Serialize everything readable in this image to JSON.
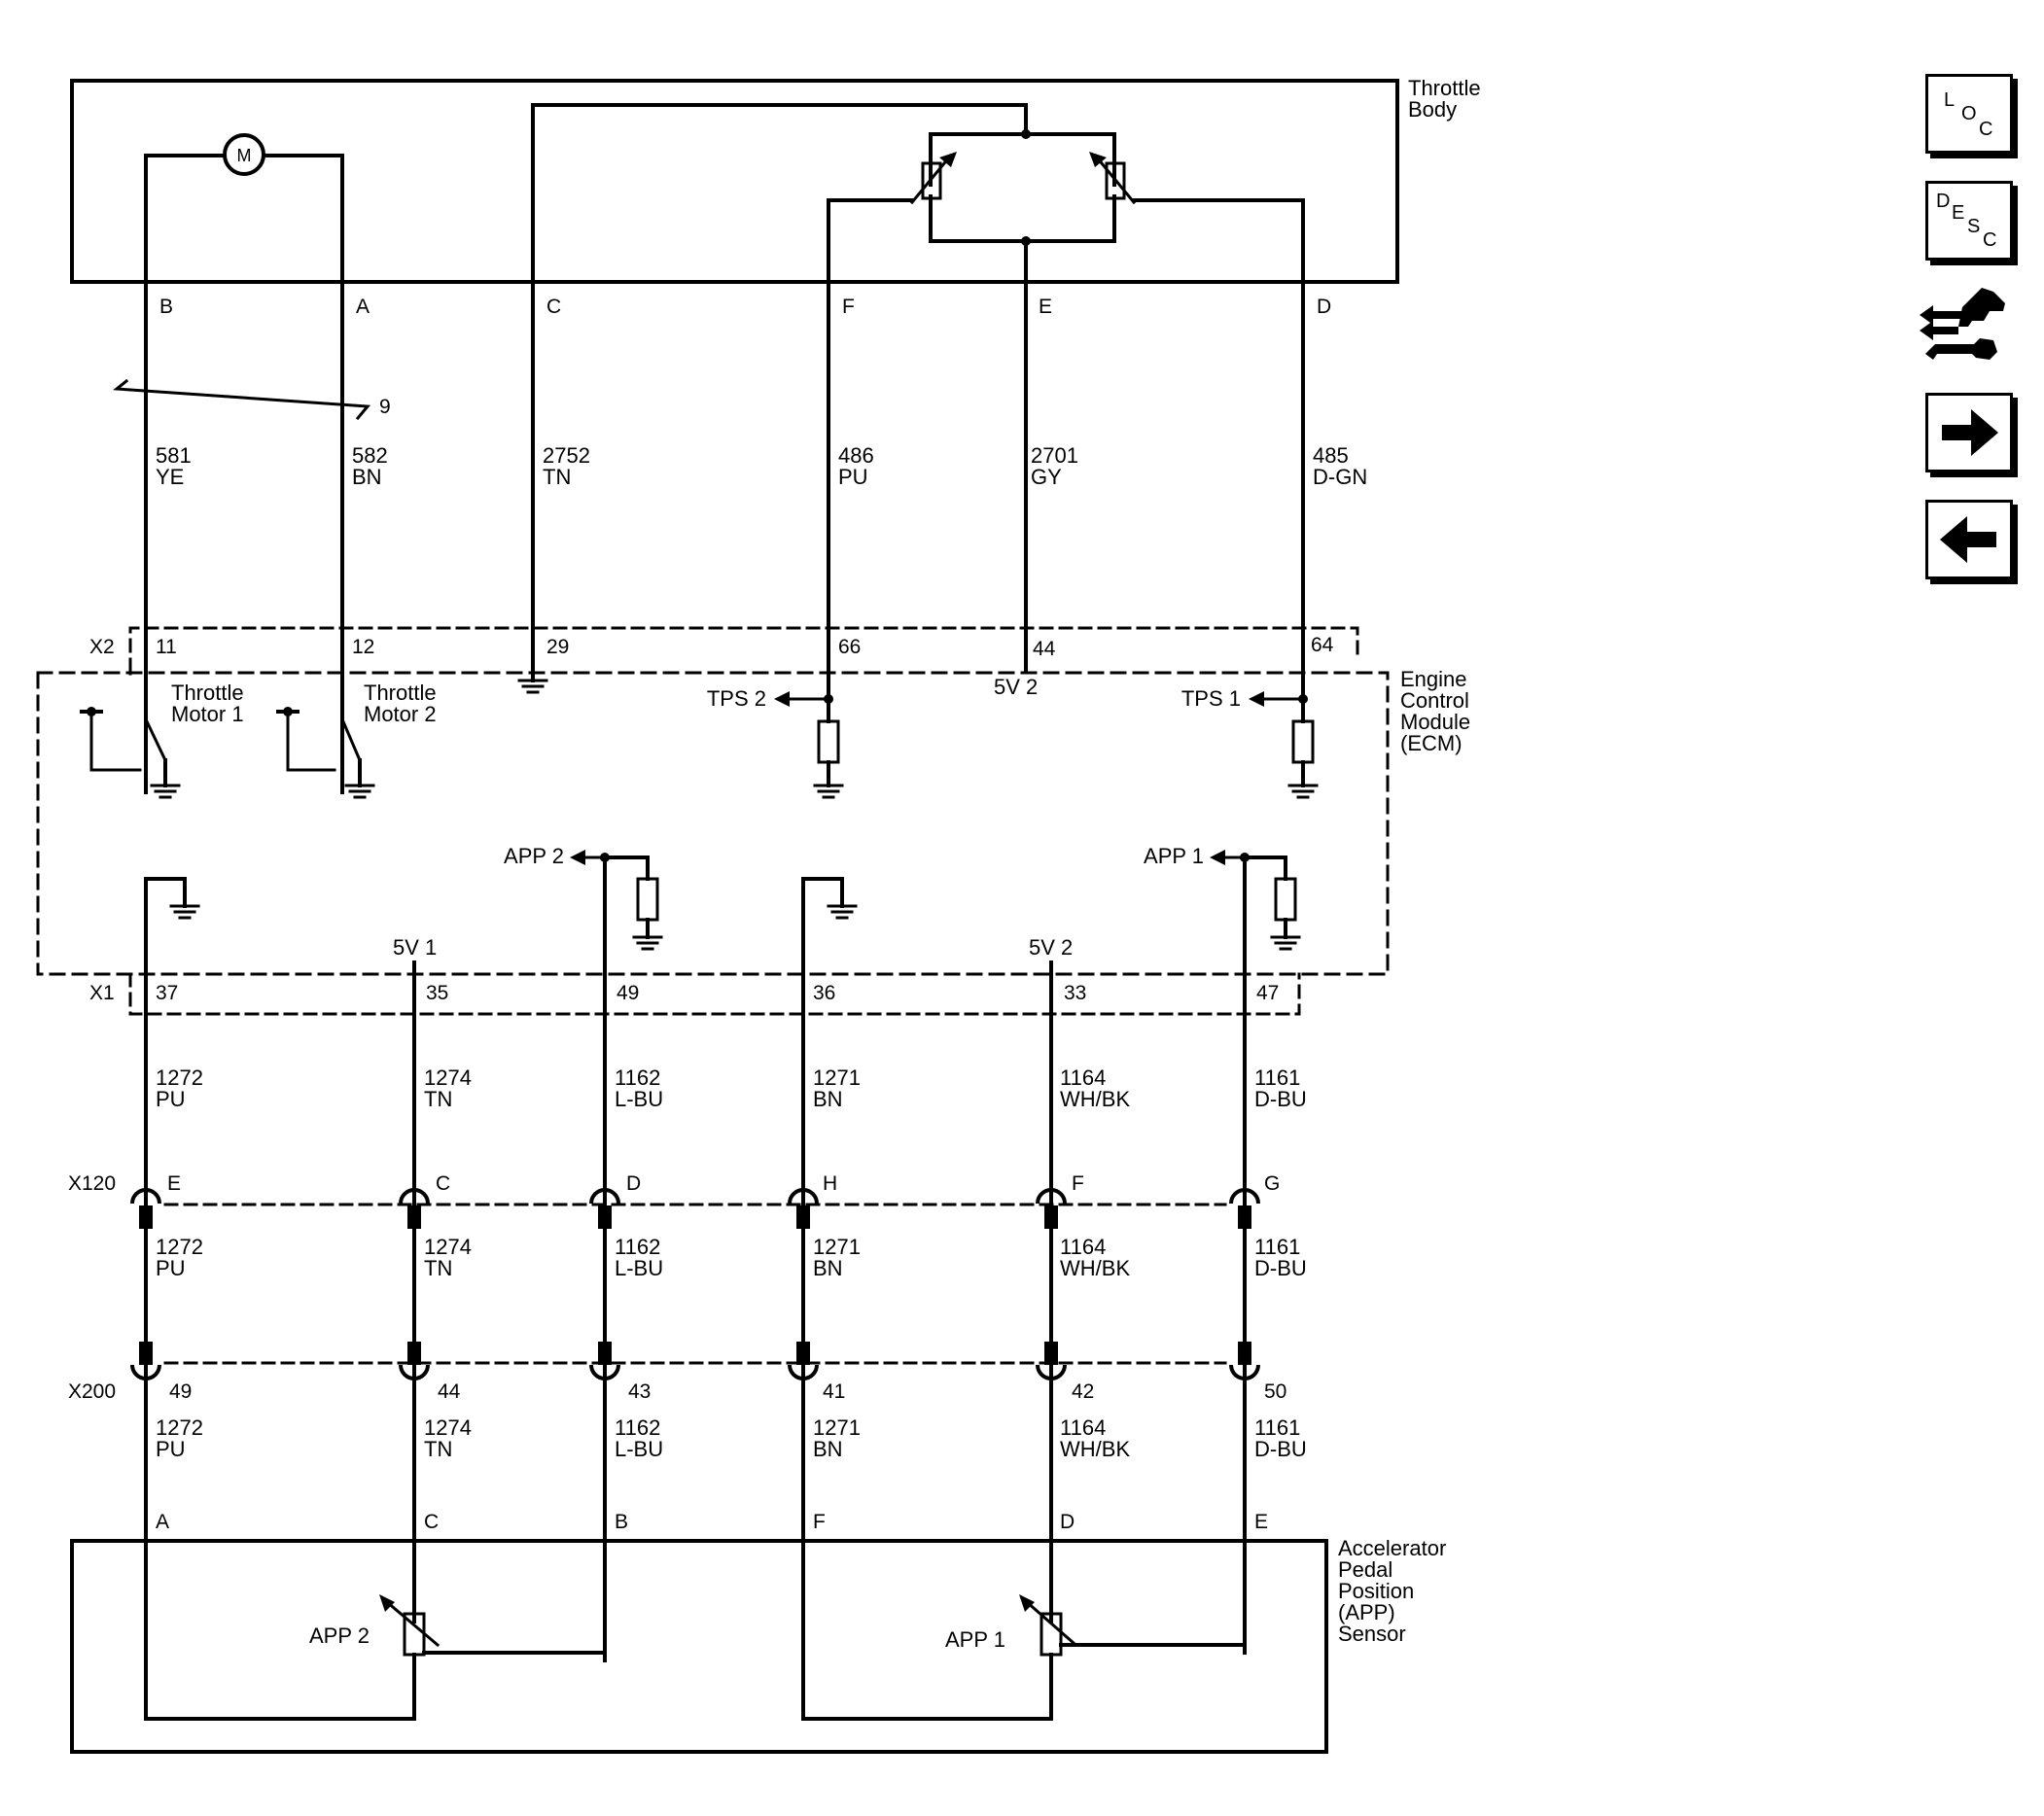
{
  "components": {
    "throttle_body": [
      "Throttle",
      "Body"
    ],
    "ecm": [
      "Engine",
      "Control",
      "Module",
      "(ECM)"
    ],
    "app_sensor": [
      "Accelerator",
      "Pedal",
      "Position",
      "(APP)",
      "Sensor"
    ],
    "motor_symbol": "M"
  },
  "throttle_body_pins": [
    "B",
    "A",
    "C",
    "F",
    "E",
    "D"
  ],
  "twisted_pair_label": "9",
  "upper_wires": [
    {
      "circuit": "581",
      "color": "YE"
    },
    {
      "circuit": "582",
      "color": "BN"
    },
    {
      "circuit": "2752",
      "color": "TN"
    },
    {
      "circuit": "486",
      "color": "PU"
    },
    {
      "circuit": "2701",
      "color": "GY"
    },
    {
      "circuit": "485",
      "color": "D-GN"
    }
  ],
  "connector_x2": {
    "name": "X2",
    "pins": [
      "11",
      "12",
      "29",
      "66",
      "44",
      "64"
    ]
  },
  "ecm_internal": {
    "motor1": [
      "Throttle",
      "Motor 1"
    ],
    "motor2": [
      "Throttle",
      "Motor 2"
    ],
    "tps2": "TPS 2",
    "tps1": "TPS 1",
    "ref_5v2_top": "5V 2",
    "app2": "APP 2",
    "app1": "APP 1",
    "ref_5v1": "5V 1",
    "ref_5v2_bottom": "5V 2"
  },
  "connector_x1": {
    "name": "X1",
    "pins": [
      "37",
      "35",
      "49",
      "36",
      "33",
      "47"
    ]
  },
  "lower_wires": [
    {
      "circuit": "1272",
      "color": "PU"
    },
    {
      "circuit": "1274",
      "color": "TN"
    },
    {
      "circuit": "1162",
      "color": "L-BU"
    },
    {
      "circuit": "1271",
      "color": "BN"
    },
    {
      "circuit": "1164",
      "color": "WH/BK"
    },
    {
      "circuit": "1161",
      "color": "D-BU"
    }
  ],
  "connector_x120": {
    "name": "X120",
    "pins": [
      "E",
      "C",
      "D",
      "H",
      "F",
      "G"
    ]
  },
  "connector_x200": {
    "name": "X200",
    "pins": [
      "49",
      "44",
      "43",
      "41",
      "42",
      "50"
    ]
  },
  "app_sensor_pins": [
    "A",
    "C",
    "B",
    "F",
    "D",
    "E"
  ],
  "app_sensor_internal": {
    "app2": "APP 2",
    "app1": "APP 1"
  },
  "nav": {
    "loc": [
      "L",
      "O",
      "C"
    ],
    "desc": [
      "D",
      "E",
      "S",
      "C"
    ],
    "tools_icon": "connector-tool-icon",
    "next_icon": "right-arrow-icon",
    "prev_icon": "left-arrow-icon"
  }
}
